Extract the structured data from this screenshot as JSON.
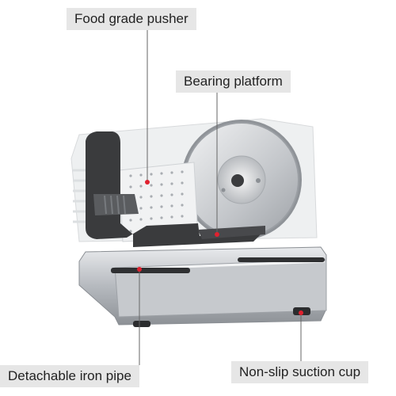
{
  "callouts": {
    "pusher": "Food grade pusher",
    "platform": "Bearing platform",
    "pipe": "Detachable iron pipe",
    "cup": "Non-slip suction cup"
  },
  "colors": {
    "label_bg": "#e6e6e6",
    "leader_line": "#666666",
    "dot": "#e0212f",
    "steel": "#c9ccd0",
    "dark_plastic": "#3a3b3d"
  },
  "icons": [
    "meat-slicer-illustration"
  ]
}
